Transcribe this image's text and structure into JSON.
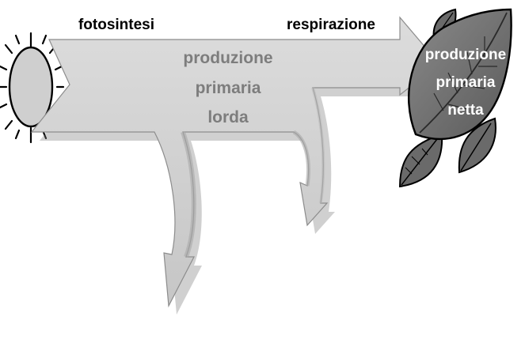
{
  "labels": {
    "photosynthesis": "fotosintesi",
    "respiration": "respirazione",
    "gross_line1": "produzione",
    "gross_line2": "primaria",
    "gross_line3": "lorda",
    "net_line1": "produzione",
    "net_line2": "primaria",
    "net_line3": "netta"
  },
  "colors": {
    "arrow_fill": "#d2d2d2",
    "arrow_shade": "#9a9a9a",
    "sun_fill": "#cfcfcf",
    "leaf_fill": "#707070",
    "leaf_dark": "#4a4a4a",
    "gross_text": "#7d7d7d",
    "net_text": "#ffffff",
    "label_text": "#000000"
  }
}
